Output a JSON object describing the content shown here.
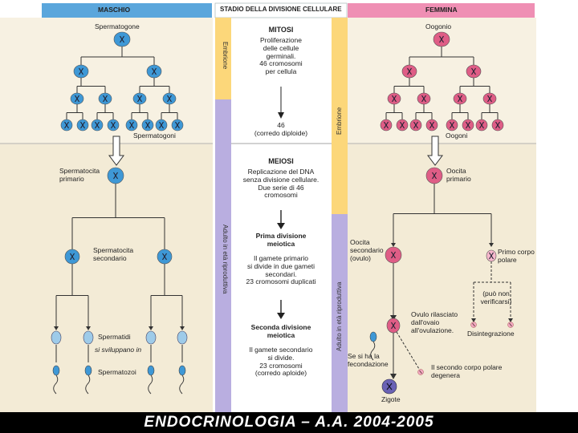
{
  "headers": {
    "male": "MASCHIO",
    "stage": "STADIO DELLA DIVISIONE CELLULARE",
    "female": "FEMMINA"
  },
  "phase_labels": {
    "embrione": "Embrione",
    "adulto": "Adulto in età riproduttiva"
  },
  "center": {
    "mitosi_title": "MITOSI",
    "mitosi_text": "Proliferazione\ndelle cellule\ngerminali.\n46 cromosomi\nper cellula",
    "diploid": "46\n(corredo diploide)",
    "meiosi_title": "MEIOSI",
    "meiosi_text": "Replicazione del DNA\nsenza divisione cellulare.\nDue serie di 46\ncromosomi",
    "prima_title": "Prima divisione\nmeiotica",
    "prima_text": "Il gamete primario\nsi divide in due gameti\nsecondari.\n23 cromosomi duplicati",
    "seconda_title": "Seconda divisione\nmeiotica",
    "seconda_text": "Il gamete secondario\nsi divide.\n23 cromosomi\n(corredo aploide)"
  },
  "male": {
    "spermatogone": "Spermatogone",
    "spermatogoni": "Spermatogoni",
    "spermatocita_primario": "Spermatocita\nprimario",
    "spermatocita_secondario": "Spermatocita\nsecondario",
    "spermatidi": "Spermatidi",
    "si_sviluppano": "si sviluppano in",
    "spermatozoi": "Spermatozoi"
  },
  "female": {
    "oogonio": "Oogonio",
    "oogoni": "Oogoni",
    "oocita_primario": "Oocita\nprimario",
    "oocita_secondario": "Oocita\nsecondario\n(ovulo)",
    "primo_corpo": "Primo corpo\npolare",
    "puo_non": "(può non\nverificarsi)",
    "ovulo_rilasciato": "Ovulo rilasciato\ndall'ovaio\nall'ovulazione.",
    "disintegrazione": "Disintegrazione",
    "se_si_ha": "Se si ha la\nfecondazione",
    "secondo_corpo": "Il secondo corpo polare\ndegenera",
    "zigote": "Zigote"
  },
  "footer": "ENDOCRINOLOGIA – A.A. 2004-2005",
  "colors": {
    "male_header": "#5aa6dc",
    "female_header": "#ef8fb4",
    "panel_bg": "#f7f1e2",
    "embryo_bar": "#fcd77a",
    "adult_bar": "#b9aee0",
    "male_cell": "#3e98d6",
    "female_cell": "#df5d86"
  }
}
